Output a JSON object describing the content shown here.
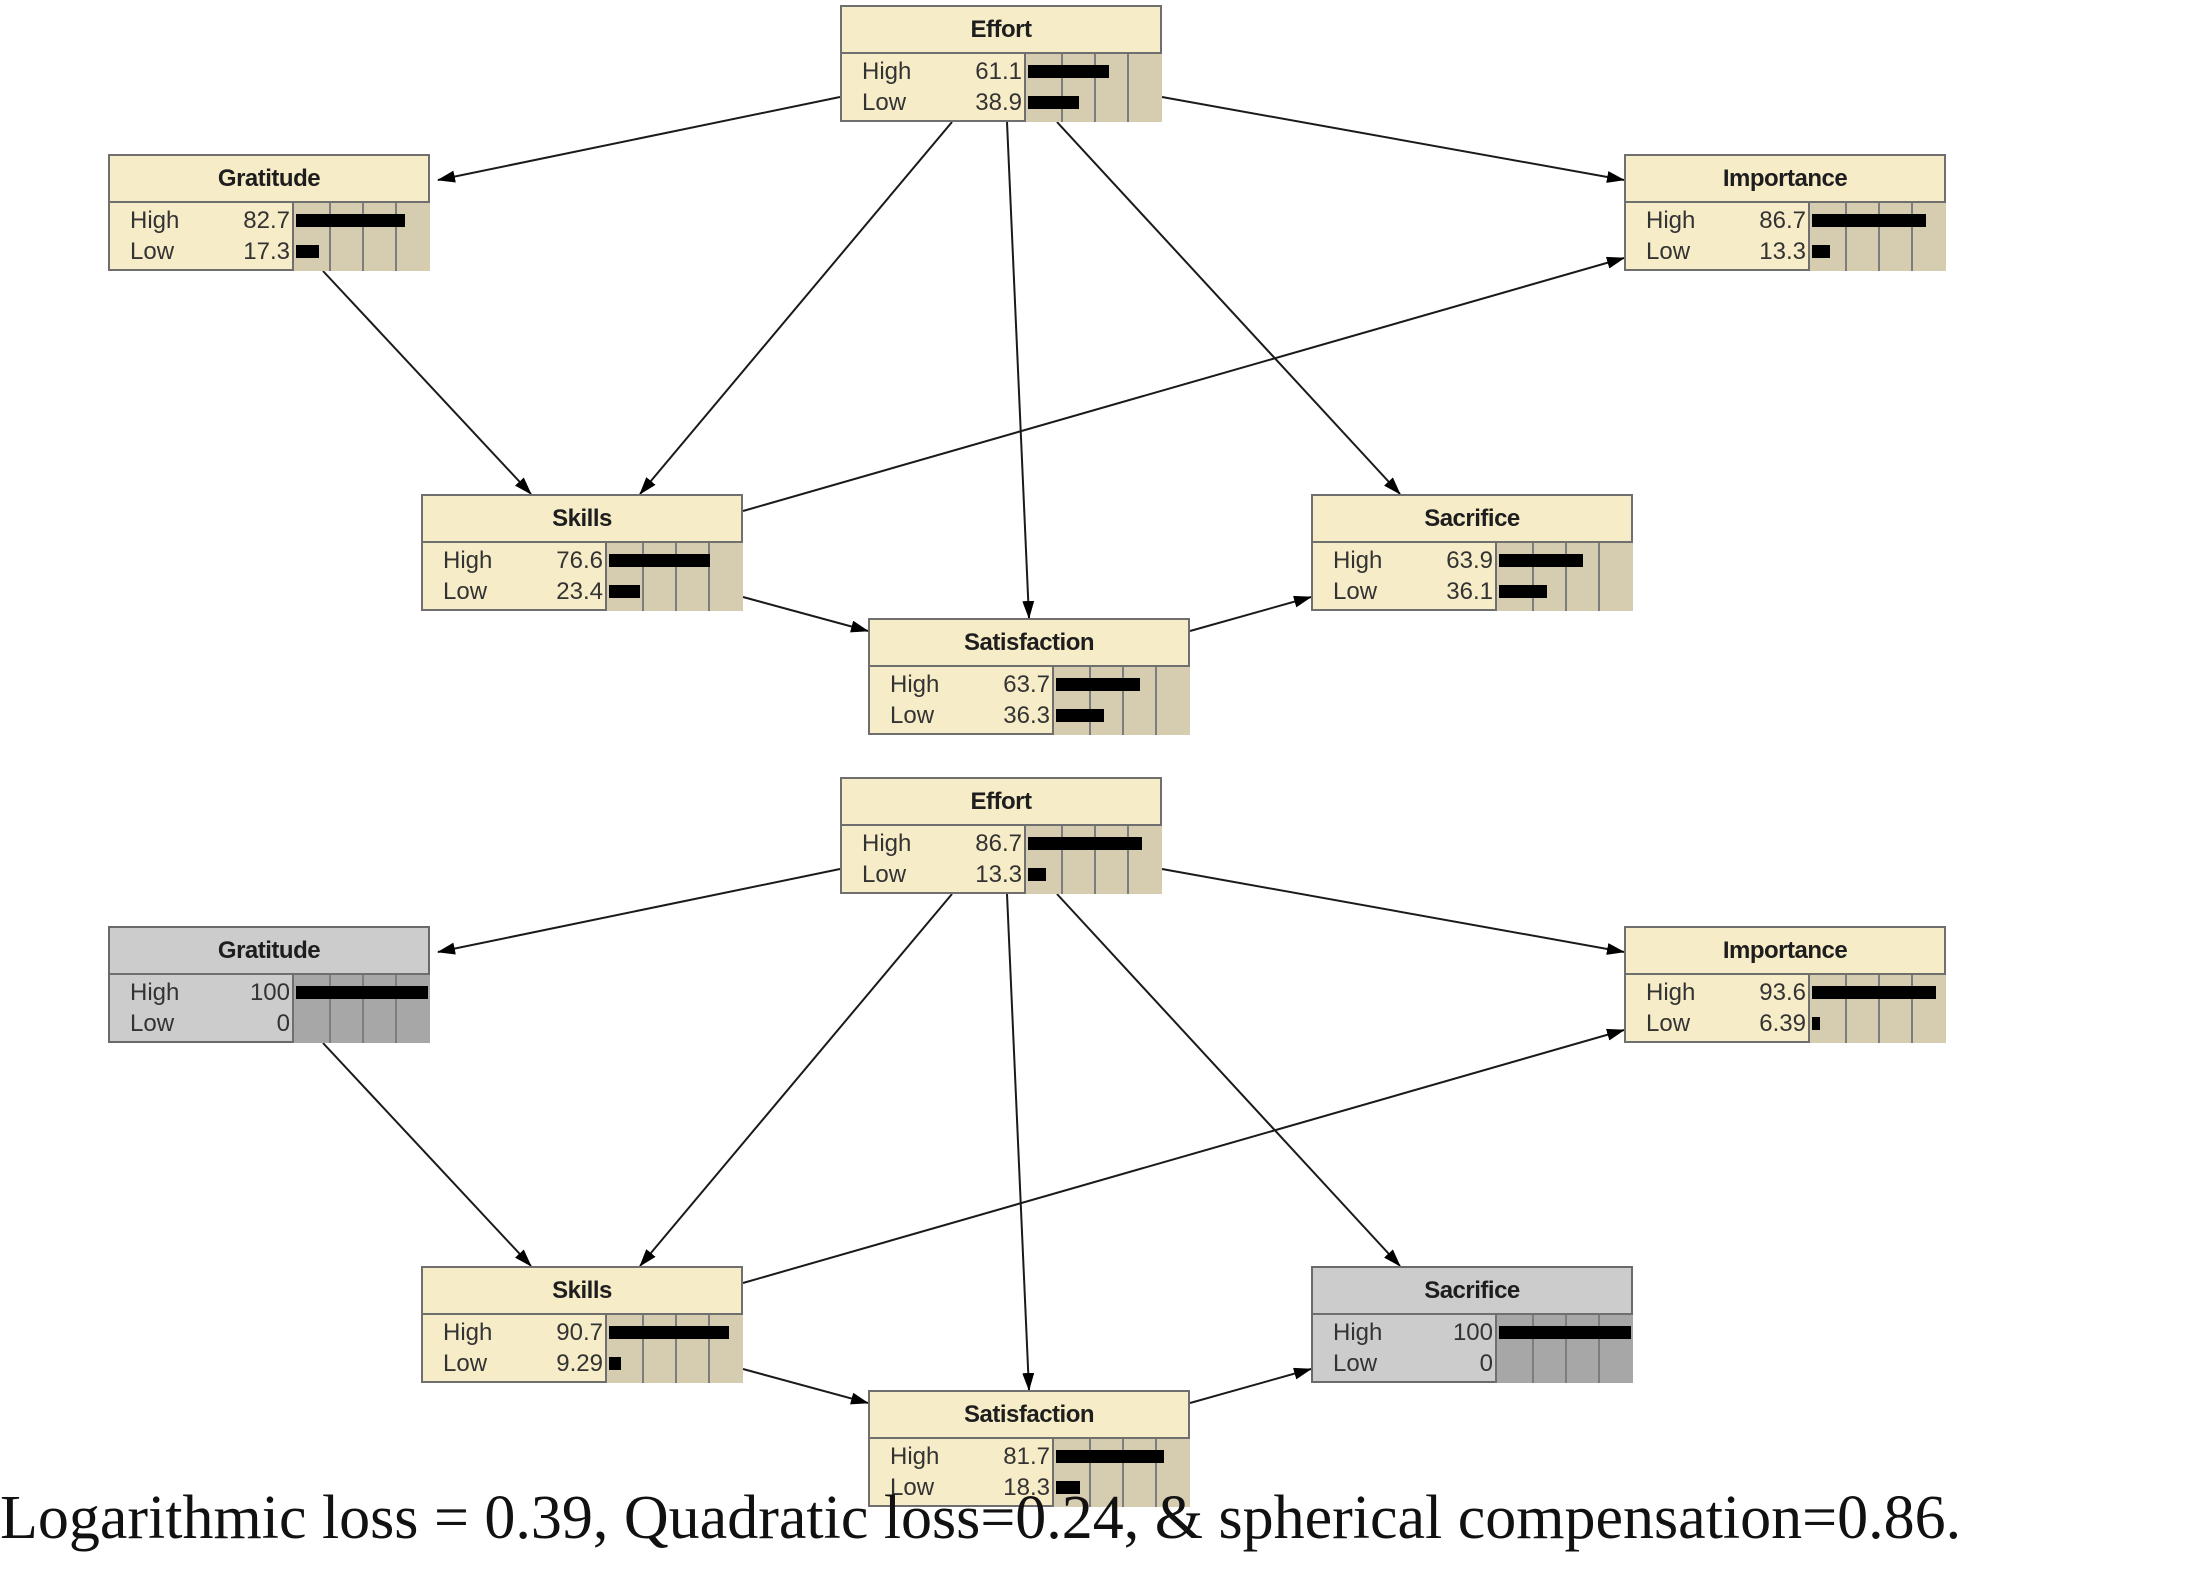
{
  "panels": [
    {
      "nodes": {
        "effort": {
          "title": "Effort",
          "evidence": false,
          "states": [
            {
              "label": "High",
              "value": "61.1",
              "pct": 61.1
            },
            {
              "label": "Low",
              "value": "38.9",
              "pct": 38.9
            }
          ]
        },
        "gratitude": {
          "title": "Gratitude",
          "evidence": false,
          "states": [
            {
              "label": "High",
              "value": "82.7",
              "pct": 82.7
            },
            {
              "label": "Low",
              "value": "17.3",
              "pct": 17.3
            }
          ]
        },
        "importance": {
          "title": "Importance",
          "evidence": false,
          "states": [
            {
              "label": "High",
              "value": "86.7",
              "pct": 86.7
            },
            {
              "label": "Low",
              "value": "13.3",
              "pct": 13.3
            }
          ]
        },
        "skills": {
          "title": "Skills",
          "evidence": false,
          "states": [
            {
              "label": "High",
              "value": "76.6",
              "pct": 76.6
            },
            {
              "label": "Low",
              "value": "23.4",
              "pct": 23.4
            }
          ]
        },
        "sacrifice": {
          "title": "Sacrifice",
          "evidence": false,
          "states": [
            {
              "label": "High",
              "value": "63.9",
              "pct": 63.9
            },
            {
              "label": "Low",
              "value": "36.1",
              "pct": 36.1
            }
          ]
        },
        "satisfaction": {
          "title": "Satisfaction",
          "evidence": false,
          "states": [
            {
              "label": "High",
              "value": "63.7",
              "pct": 63.7
            },
            {
              "label": "Low",
              "value": "36.3",
              "pct": 36.3
            }
          ]
        }
      }
    },
    {
      "nodes": {
        "effort": {
          "title": "Effort",
          "evidence": false,
          "states": [
            {
              "label": "High",
              "value": "86.7",
              "pct": 86.7
            },
            {
              "label": "Low",
              "value": "13.3",
              "pct": 13.3
            }
          ]
        },
        "gratitude": {
          "title": "Gratitude",
          "evidence": true,
          "states": [
            {
              "label": "High",
              "value": "100",
              "pct": 100
            },
            {
              "label": "Low",
              "value": "0",
              "pct": 0
            }
          ]
        },
        "importance": {
          "title": "Importance",
          "evidence": false,
          "states": [
            {
              "label": "High",
              "value": "93.6",
              "pct": 93.6
            },
            {
              "label": "Low",
              "value": "6.39",
              "pct": 6.39
            }
          ]
        },
        "skills": {
          "title": "Skills",
          "evidence": false,
          "states": [
            {
              "label": "High",
              "value": "90.7",
              "pct": 90.7
            },
            {
              "label": "Low",
              "value": "9.29",
              "pct": 9.29
            }
          ]
        },
        "sacrifice": {
          "title": "Sacrifice",
          "evidence": true,
          "states": [
            {
              "label": "High",
              "value": "100",
              "pct": 100
            },
            {
              "label": "Low",
              "value": "0",
              "pct": 0
            }
          ]
        },
        "satisfaction": {
          "title": "Satisfaction",
          "evidence": false,
          "states": [
            {
              "label": "High",
              "value": "81.7",
              "pct": 81.7
            },
            {
              "label": "Low",
              "value": "18.3",
              "pct": 18.3
            }
          ]
        }
      }
    }
  ],
  "edges": [
    [
      "effort",
      "gratitude"
    ],
    [
      "effort",
      "importance"
    ],
    [
      "effort",
      "skills"
    ],
    [
      "effort",
      "satisfaction"
    ],
    [
      "effort",
      "sacrifice"
    ],
    [
      "gratitude",
      "skills"
    ],
    [
      "skills",
      "importance"
    ],
    [
      "skills",
      "satisfaction"
    ],
    [
      "satisfaction",
      "sacrifice"
    ]
  ],
  "caption": "Logarithmic loss = 0.39, Quadratic loss=0.24, & spherical compensation=0.86."
}
